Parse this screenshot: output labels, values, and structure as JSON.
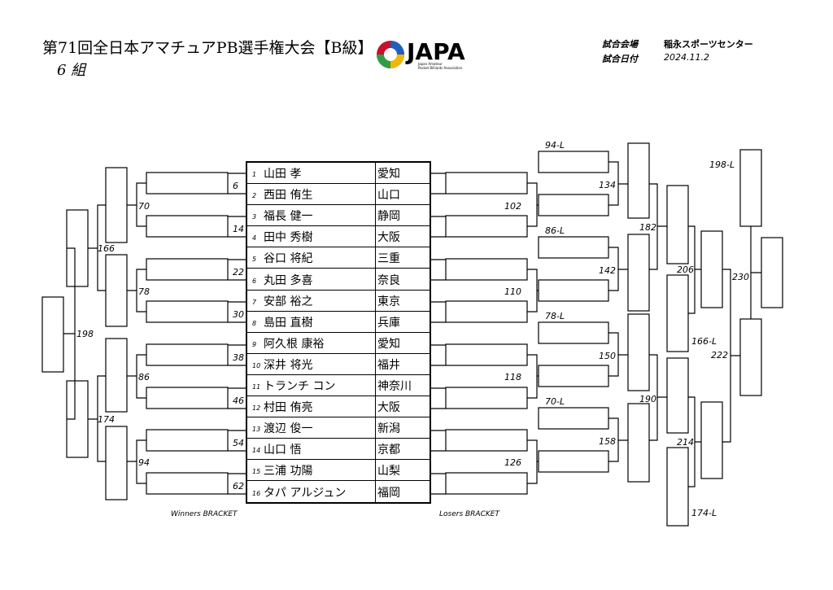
{
  "header": {
    "title": "第71回全日本アマチュアPB選手権大会【B級】",
    "group": "6 組",
    "logo_text": "JAPA",
    "logo_sub1": "Japan Amateur",
    "logo_sub2": "Pocket Billiards Association",
    "venue_label": "試合会場",
    "venue": "稲永スポーツセンター",
    "date_label": "試合日付",
    "date": "2024.11.2"
  },
  "players": [
    {
      "no": "1",
      "name": "山田 孝",
      "pref": "愛知"
    },
    {
      "no": "2",
      "name": "西田 侑生",
      "pref": "山口"
    },
    {
      "no": "3",
      "name": "福長 健一",
      "pref": "静岡"
    },
    {
      "no": "4",
      "name": "田中 秀樹",
      "pref": "大阪"
    },
    {
      "no": "5",
      "name": "谷口 将紀",
      "pref": "三重"
    },
    {
      "no": "6",
      "name": "丸田 多喜",
      "pref": "奈良"
    },
    {
      "no": "7",
      "name": "安部 裕之",
      "pref": "東京"
    },
    {
      "no": "8",
      "name": "島田 直樹",
      "pref": "兵庫"
    },
    {
      "no": "9",
      "name": "阿久根 康裕",
      "pref": "愛知"
    },
    {
      "no": "10",
      "name": "深井 将光",
      "pref": "福井"
    },
    {
      "no": "11",
      "name": "トランチ コン",
      "pref": "神奈川"
    },
    {
      "no": "12",
      "name": "村田 侑亮",
      "pref": "大阪"
    },
    {
      "no": "13",
      "name": "渡辺 俊一",
      "pref": "新潟"
    },
    {
      "no": "14",
      "name": "山口 悟",
      "pref": "京都"
    },
    {
      "no": "15",
      "name": "三浦 功陽",
      "pref": "山梨"
    },
    {
      "no": "16",
      "name": "タパ アルジュン",
      "pref": "福岡"
    }
  ],
  "brackets": {
    "winners_label": "Winners BRACKET",
    "losers_label": "Losers BRACKET"
  },
  "match_numbers": {
    "w1": [
      "6",
      "14",
      "22",
      "30",
      "38",
      "46",
      "54",
      "62"
    ],
    "w2": [
      "70",
      "78",
      "86",
      "94"
    ],
    "w3": [
      "166",
      "174"
    ],
    "w4": "198",
    "l1": [
      "102",
      "110",
      "118",
      "126"
    ],
    "l2": [
      "134",
      "142",
      "150",
      "158"
    ],
    "l2_drop": [
      "94-L",
      "86-L",
      "78-L",
      "70-L"
    ],
    "l3": [
      "182",
      "190"
    ],
    "l4": [
      "206",
      "214"
    ],
    "l4_drop": [
      "166-L",
      "174-L"
    ],
    "l5": "222",
    "l6": "230",
    "l6_drop": "198-L"
  }
}
